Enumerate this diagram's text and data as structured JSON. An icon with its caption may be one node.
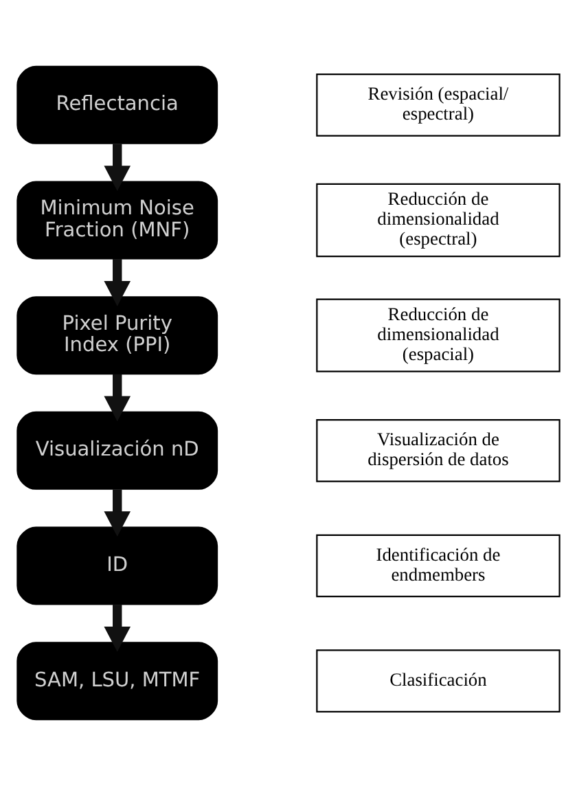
{
  "diagram": {
    "nodes": [
      {
        "text": [
          "Reflectancia"
        ]
      },
      {
        "text": [
          "Revisión (espacial/ espectral)"
        ]
      },
      {
        "text": [
          "Minimum Noise Fraction (MNF)"
        ]
      },
      {
        "text": [
          "Reducción de dimensionalidad (espectral)"
        ]
      },
      {
        "text": [
          "Pixel Purity Index (PPI)"
        ]
      },
      {
        "text": [
          "Reducción de dimensionalidad (espacial)"
        ]
      },
      {
        "text": [
          "Visualización nD"
        ]
      },
      {
        "text": [
          "Visualización de dispersión de datos"
        ]
      },
      {
        "text": [
          "ID"
        ]
      },
      {
        "text": [
          "Identificación de endmembers"
        ]
      },
      {
        "text": [
          "SAM, LSU, MTMF"
        ]
      },
      {
        "text": [
          "Clasificación"
        ]
      }
    ],
    "edges": [
      {
        "from": 0,
        "to": 2,
        "arrow": "to"
      },
      {
        "from": 2,
        "to": 4,
        "arrow": "to"
      },
      {
        "from": 4,
        "to": 6,
        "arrow": "to"
      },
      {
        "from": 6,
        "to": 8,
        "arrow": "to"
      },
      {
        "from": 8,
        "to": 10,
        "arrow": "to"
      }
    ]
  }
}
